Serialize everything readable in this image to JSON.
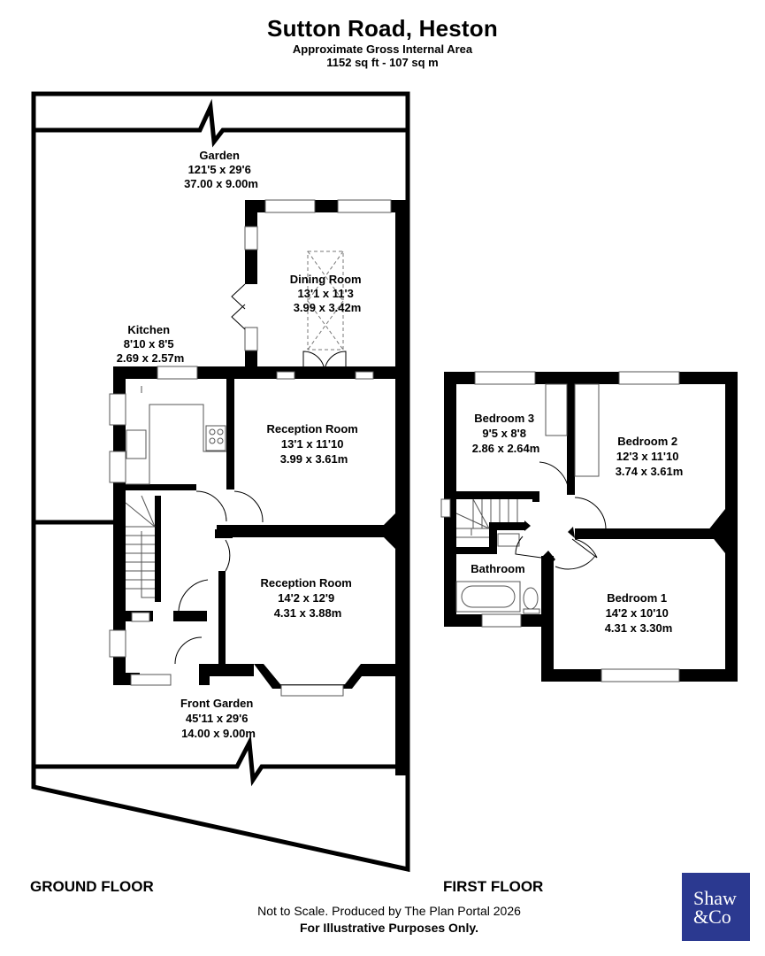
{
  "header": {
    "title": "Sutton Road, Heston",
    "subtitle": "Approximate Gross Internal Area",
    "area": "1152 sq ft - 107 sq m"
  },
  "ground_floor": {
    "label": "GROUND FLOOR",
    "rooms": [
      {
        "name": "Garden",
        "imperial": "121'5 x 29'6",
        "metric": "37.00 x 9.00m"
      },
      {
        "name": "Dining Room",
        "imperial": "13'1 x 11'3",
        "metric": "3.99 x 3.42m"
      },
      {
        "name": "Kitchen",
        "imperial": "8'10 x 8'5",
        "metric": "2.69 x 2.57m"
      },
      {
        "name": "Reception Room",
        "imperial": "13'1 x 11'10",
        "metric": "3.99 x 3.61m"
      },
      {
        "name": "Reception Room",
        "imperial": "14'2 x 12'9",
        "metric": "4.31 x 3.88m"
      },
      {
        "name": "Front Garden",
        "imperial": "45'11 x 29'6",
        "metric": "14.00 x 9.00m"
      }
    ]
  },
  "first_floor": {
    "label": "FIRST FLOOR",
    "rooms": [
      {
        "name": "Bedroom 3",
        "imperial": "9'5 x 8'8",
        "metric": "2.86 x 2.64m"
      },
      {
        "name": "Bedroom 2",
        "imperial": "12'3 x 11'10",
        "metric": "3.74 x 3.61m"
      },
      {
        "name": "Bathroom"
      },
      {
        "name": "Bedroom 1",
        "imperial": "14'2 x 10'10",
        "metric": "4.31 x 3.30m"
      }
    ]
  },
  "footer": {
    "disclaimer": "Not to Scale. Produced by The Plan Portal 2026",
    "illustrative": "For Illustrative Purposes Only."
  },
  "logo": {
    "line1": "Shaw",
    "line2": "&Co",
    "color": "#2b3990"
  }
}
